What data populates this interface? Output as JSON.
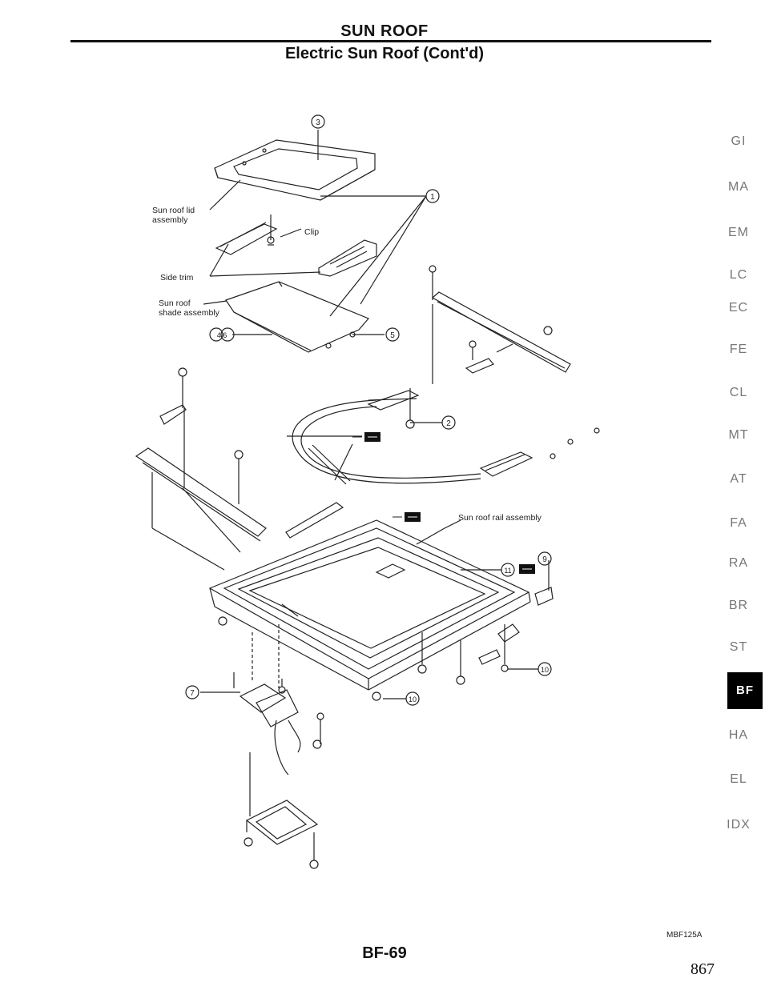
{
  "header": {
    "title": "SUN ROOF",
    "subtitle": "Electric Sun Roof (Cont'd)"
  },
  "diagram": {
    "labels": {
      "sun_roof_lid_line1": "Sun roof lid",
      "sun_roof_lid_line2": "assembly",
      "clip": "Clip",
      "side_trim": "Side trim",
      "shade_line1": "Sun roof",
      "shade_line2": "shade assembly",
      "rail_assembly": "Sun roof rail assembly"
    },
    "callouts": {
      "c1": "1",
      "c2": "2",
      "c3": "3",
      "c46": "4,6",
      "c5": "5",
      "c7": "7",
      "c9": "9",
      "c10a": "10",
      "c10b": "10",
      "c11": "11"
    },
    "figure_code": "MBF125A"
  },
  "side_index": [
    "GI",
    "MA",
    "EM",
    "LC",
    "EC",
    "FE",
    "CL",
    "MT",
    "AT",
    "FA",
    "RA",
    "BR",
    "ST",
    "BF",
    "HA",
    "EL",
    "IDX"
  ],
  "side_index_active": "BF",
  "footer": {
    "page_id": "BF-69",
    "page_number": "867"
  }
}
